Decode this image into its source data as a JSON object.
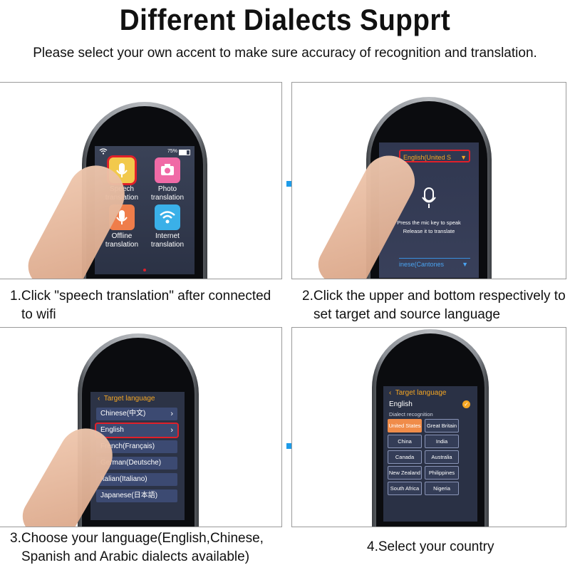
{
  "header": {
    "title": "Different Dialects Supprt",
    "subtitle": "Please select your own accent to make sure accuracy of recognition and translation."
  },
  "panels": [
    {
      "caption": [
        "1.Click \"speech translation\" after connected",
        "to wifi"
      ],
      "screen": {
        "battery": "75%",
        "apps": [
          {
            "label": [
              "Speech",
              "translation"
            ],
            "icon": "microphone-icon",
            "color": "#f2c94c"
          },
          {
            "label": [
              "Photo",
              "translation"
            ],
            "icon": "camera-icon",
            "color": "#f06aa6"
          },
          {
            "label": [
              "Offline",
              "translation"
            ],
            "icon": "microphone-icon",
            "color": "#ef7d4a"
          },
          {
            "label": [
              "Internet",
              "translation"
            ],
            "icon": "wifi-icon",
            "color": "#3ab0e8"
          }
        ]
      }
    },
    {
      "caption": [
        "2.Click the upper and bottom respectively to",
        "set target and source language"
      ],
      "screen": {
        "top_language": "English(United S",
        "prompt_line1": "Press the mic key to speak",
        "prompt_line2": "Release it to translate",
        "bottom_language": "inese(Cantones"
      }
    },
    {
      "caption": [
        "3.Choose your language(English,Chinese,",
        "Spanish and Arabic dialects available)"
      ],
      "screen": {
        "header": "Target language",
        "languages": [
          "Chinese(中文)",
          "English",
          "French(Français)",
          "German(Deutsche)",
          "Italian(Italiano)",
          "Japanese(日本語)"
        ]
      }
    },
    {
      "caption": [
        "4.Select your country"
      ],
      "screen": {
        "header": "Target language",
        "selected_language": "English",
        "section_label": "Dialect recognition",
        "countries": [
          "United States",
          "Great Britain",
          "China",
          "India",
          "Canada",
          "Australia",
          "New Zealand",
          "Philippines",
          "South Africa",
          "Nigeria"
        ]
      }
    }
  ],
  "colors": {
    "accent": "#f5a623",
    "highlight": "#e0202a",
    "arrow": "#1e9be8"
  }
}
